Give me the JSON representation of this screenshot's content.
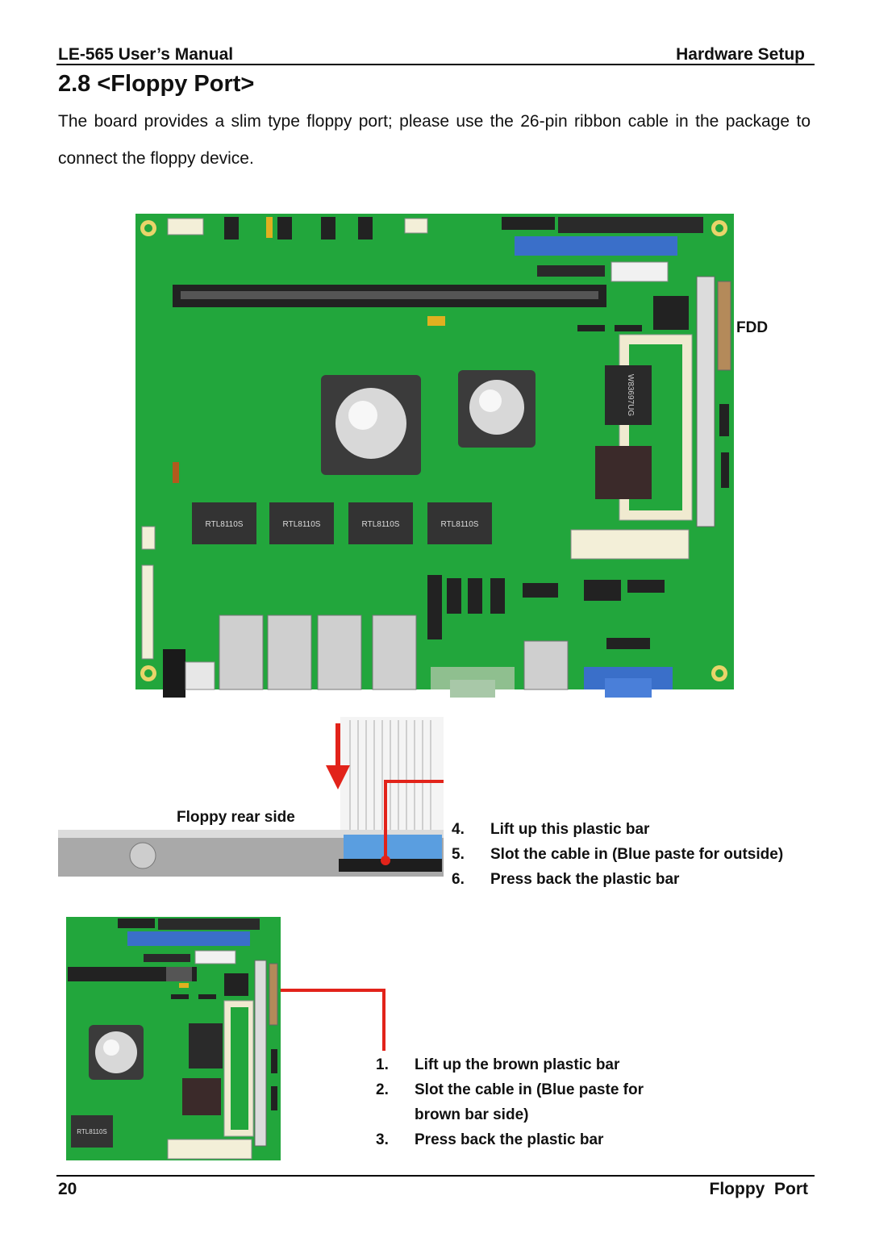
{
  "header": {
    "left": "LE-565 User’s Manual",
    "right": "Hardware Setup"
  },
  "section_title": "2.8 <Floppy Port>",
  "intro": "The board provides a slim type floppy port; please use the 26-pin ribbon cable in the package to connect the floppy device.",
  "board": {
    "fdd_label": "FDD",
    "chips": [
      "RTL8110S",
      "RTL8110S",
      "RTL8110S",
      "RTL8110S"
    ],
    "sio_chip": "W83697UG"
  },
  "floppy_rear_label": "Floppy rear side",
  "steps_a": [
    {
      "num": "4.",
      "text": "Lift up this plastic bar"
    },
    {
      "num": "5.",
      "text": "Slot the cable in (Blue paste for outside)"
    },
    {
      "num": "6.",
      "text": "Press back the plastic bar"
    }
  ],
  "steps_b": [
    {
      "num": "1.",
      "text": "Lift up the brown plastic bar"
    },
    {
      "num": "2.",
      "text": "Slot the cable in (Blue paste for"
    },
    {
      "num": "",
      "text": "brown bar side)"
    },
    {
      "num": "3.",
      "text": "Press back the plastic bar"
    }
  ],
  "small_board_chip": "RTL8110S",
  "footer": {
    "page": "20",
    "section": "Floppy  Port"
  },
  "colors": {
    "pcb": "#1fa33a",
    "pointer": "#e2231a",
    "connector_blue": "#3a6fc9"
  }
}
